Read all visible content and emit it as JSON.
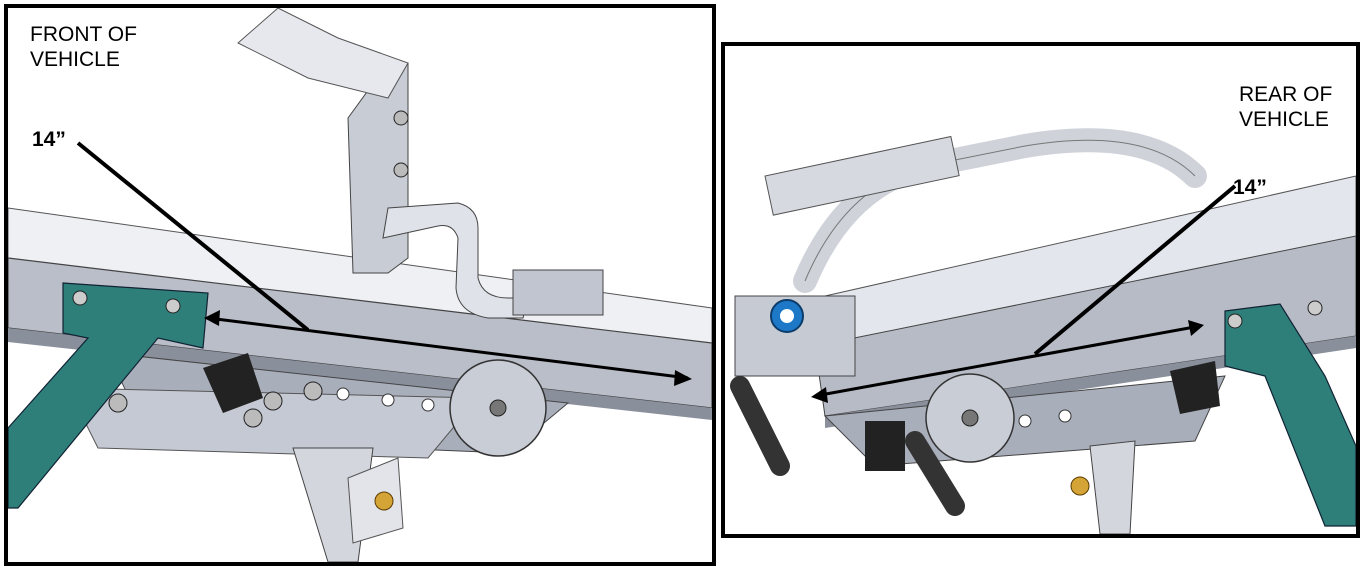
{
  "left_panel": {
    "label": "FRONT OF\nVEHICLE",
    "dimension": "14”"
  },
  "right_panel": {
    "label": "REAR OF\nVEHICLE",
    "dimension": "14”"
  },
  "colors": {
    "frame_teal": "#2e7f7a",
    "rail_gray": "#b9bec9",
    "rail_light": "#e6e8ee",
    "dark_rail": "#8a8f9c",
    "rubber_black": "#222222",
    "brass": "#d4a437",
    "badge_blue": "#1e78c8"
  }
}
